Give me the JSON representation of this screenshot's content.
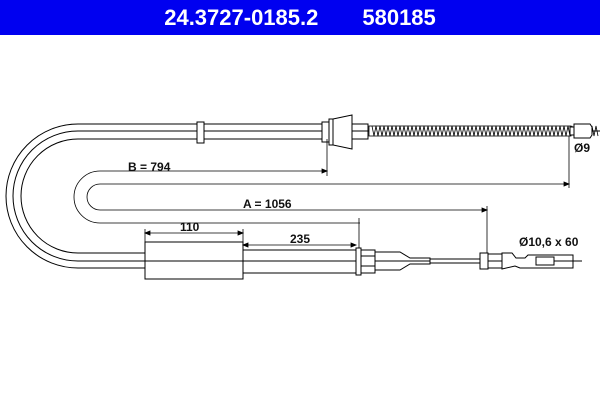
{
  "header": {
    "part_number": "24.3727-0185.2",
    "ref_number": "580185",
    "background_color": "#0000f0",
    "text_color": "#ffffff"
  },
  "drawing": {
    "subject": "brake cable technical drawing",
    "dimensions": {
      "b_label": "B = 794",
      "a_label": "A = 1056",
      "sleeve_length": "110",
      "tube_length": "235",
      "spring_end_diameter": "Ø9",
      "eye_end_spec": "Ø10,6 x 60"
    },
    "line_color": "#000000"
  }
}
